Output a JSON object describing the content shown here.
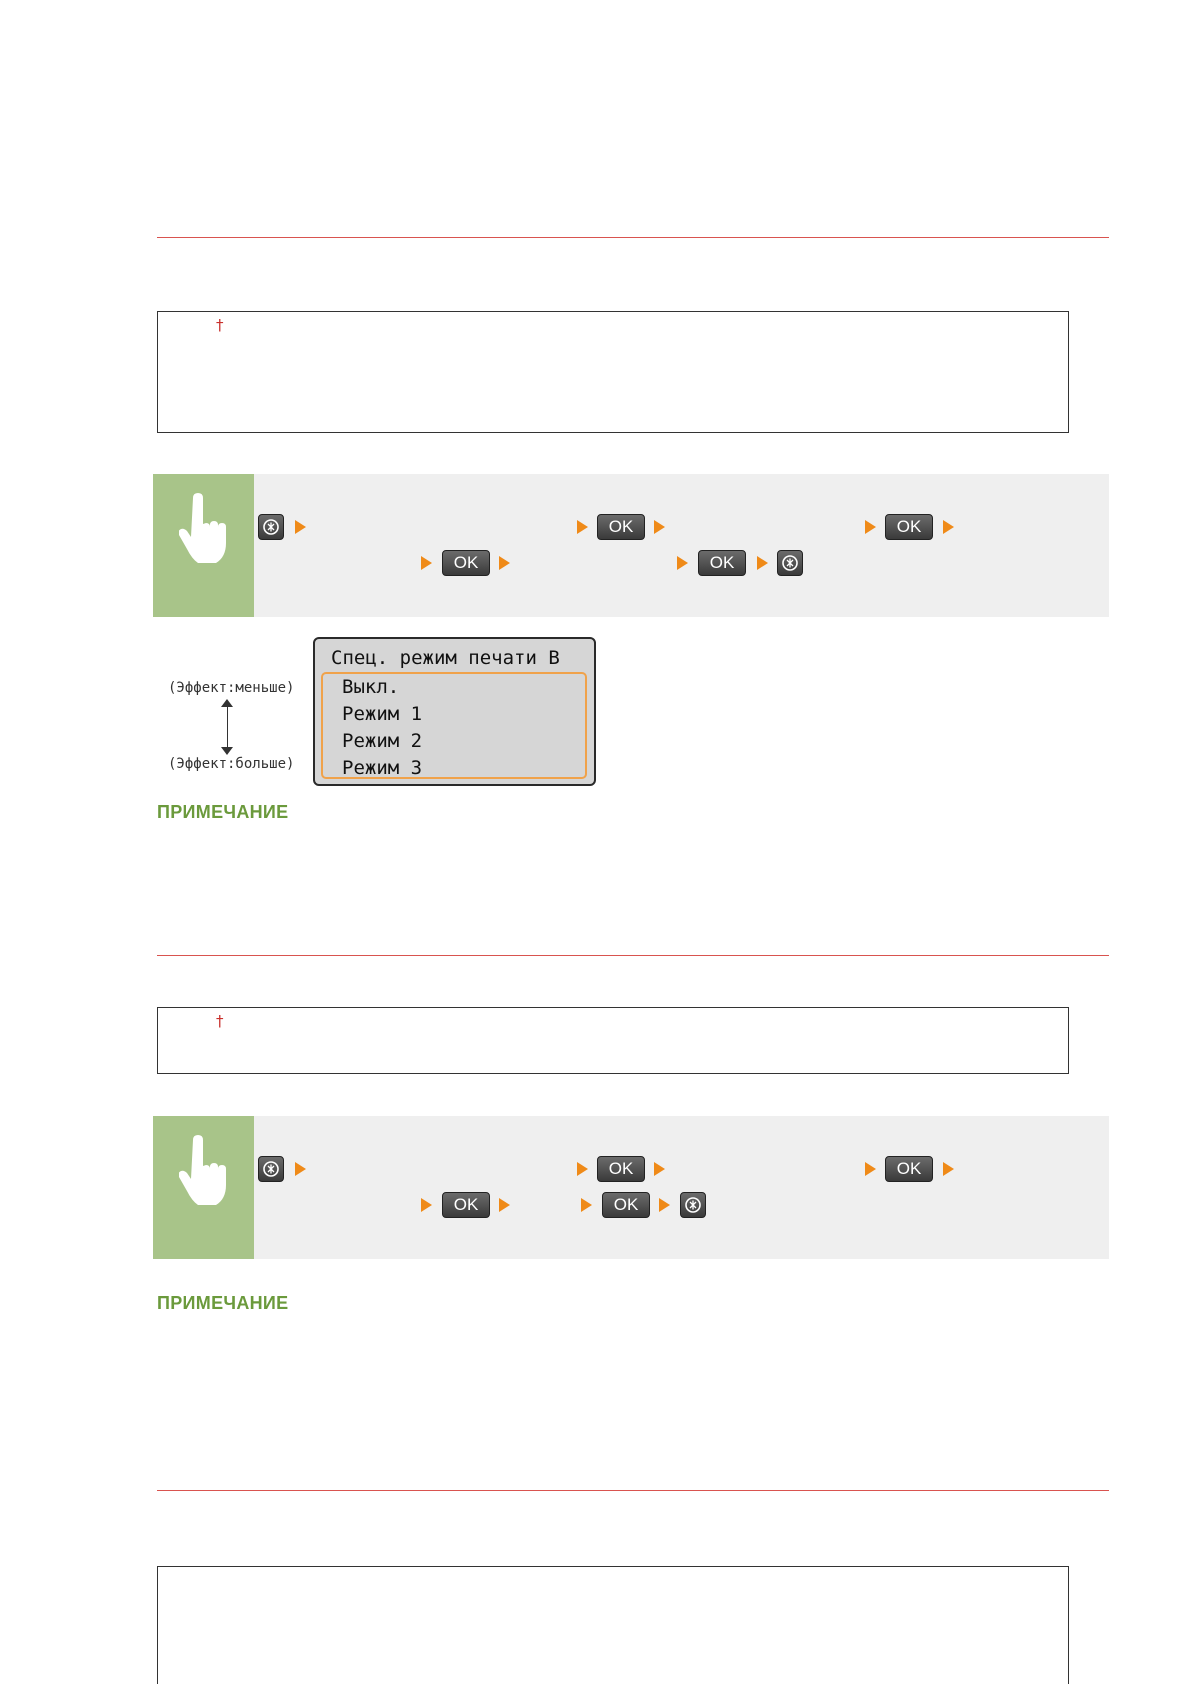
{
  "sections": [
    {
      "dagger": "†",
      "panel_tokens": [
        "menu-icon",
        "arrow",
        "arrow",
        "OK",
        "arrow",
        "arrow",
        "OK",
        "arrow",
        "arrow",
        "OK",
        "arrow",
        "arrow",
        "OK",
        "arrow",
        "menu-icon"
      ]
    },
    {
      "dagger": "†",
      "panel_tokens": [
        "menu-icon",
        "arrow",
        "arrow",
        "OK",
        "arrow",
        "arrow",
        "OK",
        "arrow",
        "arrow",
        "OK",
        "arrow",
        "arrow",
        "OK",
        "arrow",
        "menu-icon"
      ]
    }
  ],
  "ok_label": "OK",
  "lcd": {
    "title": "Спец. режим печати B",
    "options": [
      "Выкл.",
      "Режим 1",
      "Режим 2",
      "Режим 3"
    ]
  },
  "effect_less": "(Эффект:меньше)",
  "effect_more": "(Эффект:больше)",
  "note_heading": "ПРИМЕЧАНИЕ",
  "colors": {
    "rule": "#d9534f",
    "hand_block": "#a8c489",
    "panel_bg": "#efefef",
    "arrow": "#ef8a18",
    "note_heading": "#6b9a3c",
    "lcd_selection": "#f0a24a"
  }
}
